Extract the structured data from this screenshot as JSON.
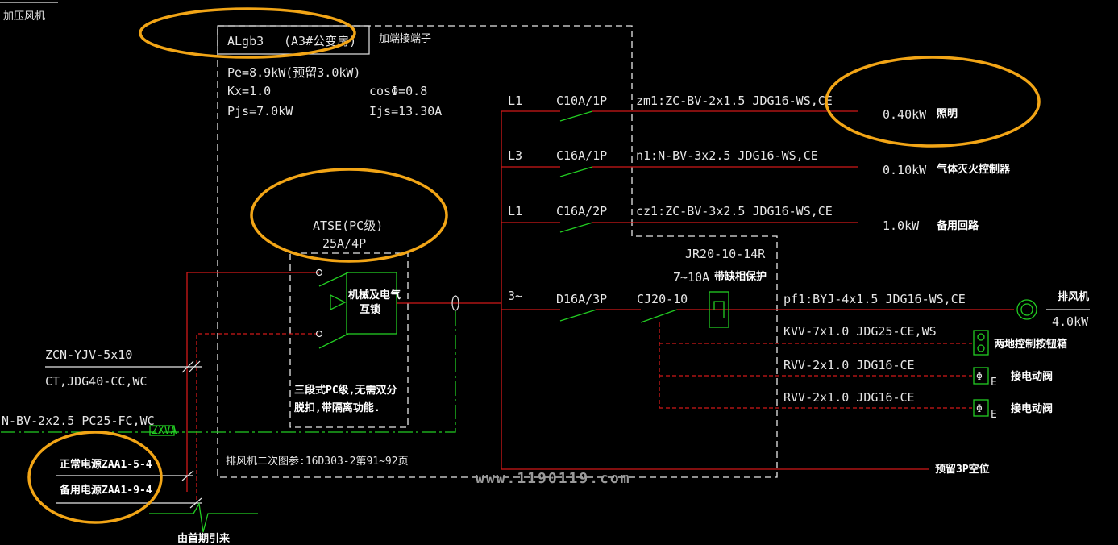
{
  "title_top_left": "加压风机",
  "panel": {
    "name": "ALgb3",
    "location": "(A3#公变房)",
    "terminal": "加端接端子",
    "pe": "Pe=8.9kW(预留3.0kW)",
    "kx": "Kx=1.0",
    "cos": "cosΦ=0.8",
    "pjs": "Pjs=7.0kW",
    "ijs": "Ijs=13.30A",
    "note": "排风机二次图参:16D303-2第91~92页"
  },
  "atse": {
    "label": "ATSE(PC级)",
    "rating": "25A/4P",
    "interlock_line1": "机械及电气",
    "interlock_line2": "互锁",
    "desc_line1": "三段式PC级,无需双分",
    "desc_line2": "脱扣,带隔离功能."
  },
  "incoming": {
    "cable": "ZCN-YJV-5x10",
    "conduit": "CT,JDG40-CC,WC",
    "bv": "N-BV-2x2.5 PC25-FC,WC",
    "zxva": "ZXVA",
    "normal": "正常电源ZAA1-5-4",
    "standby": "备用电源ZAA1-9-4",
    "lead": "由首期引来"
  },
  "circuits": [
    {
      "phase": "L1",
      "breaker": "C10A/1P",
      "cable": "zm1:ZC-BV-2x1.5 JDG16-WS,CE",
      "power": "0.40kW",
      "load": "照明"
    },
    {
      "phase": "L3",
      "breaker": "C16A/1P",
      "cable": "n1:N-BV-3x2.5 JDG16-WS,CE",
      "power": "0.10kW",
      "load": "气体灭火控制器"
    },
    {
      "phase": "L1",
      "breaker": "C16A/2P",
      "cable": "cz1:ZC-BV-3x2.5 JDG16-WS,CE",
      "power": "1.0kW",
      "load": "备用回路"
    }
  ],
  "motor_circuit": {
    "phase": "3~",
    "breaker": "D16A/3P",
    "contactor": "CJ20-10",
    "relay": "JR20-10-14R",
    "relay_range": "7~10A",
    "relay_desc": "带缺相保护",
    "cable": "pf1:BYJ-4x1.5 JDG16-WS,CE",
    "load": "排风机",
    "power": "4.0kW"
  },
  "control_lines": [
    {
      "cable": "KVV-7x1.0 JDG25-CE,WS",
      "target": "两地控制按钮箱"
    },
    {
      "cable": "RVV-2x1.0 JDG16-CE",
      "target": "接电动阀"
    },
    {
      "cable": "RVV-2x1.0 JDG16-CE",
      "target": "接电动阀"
    }
  ],
  "reserve": "预留3P空位",
  "watermark": "www.1190119.com",
  "colors": {
    "background": "#000000",
    "wire": "#d01818",
    "ground": "#22cc22",
    "text": "#e6e6e6",
    "highlight": "#f2a516"
  }
}
